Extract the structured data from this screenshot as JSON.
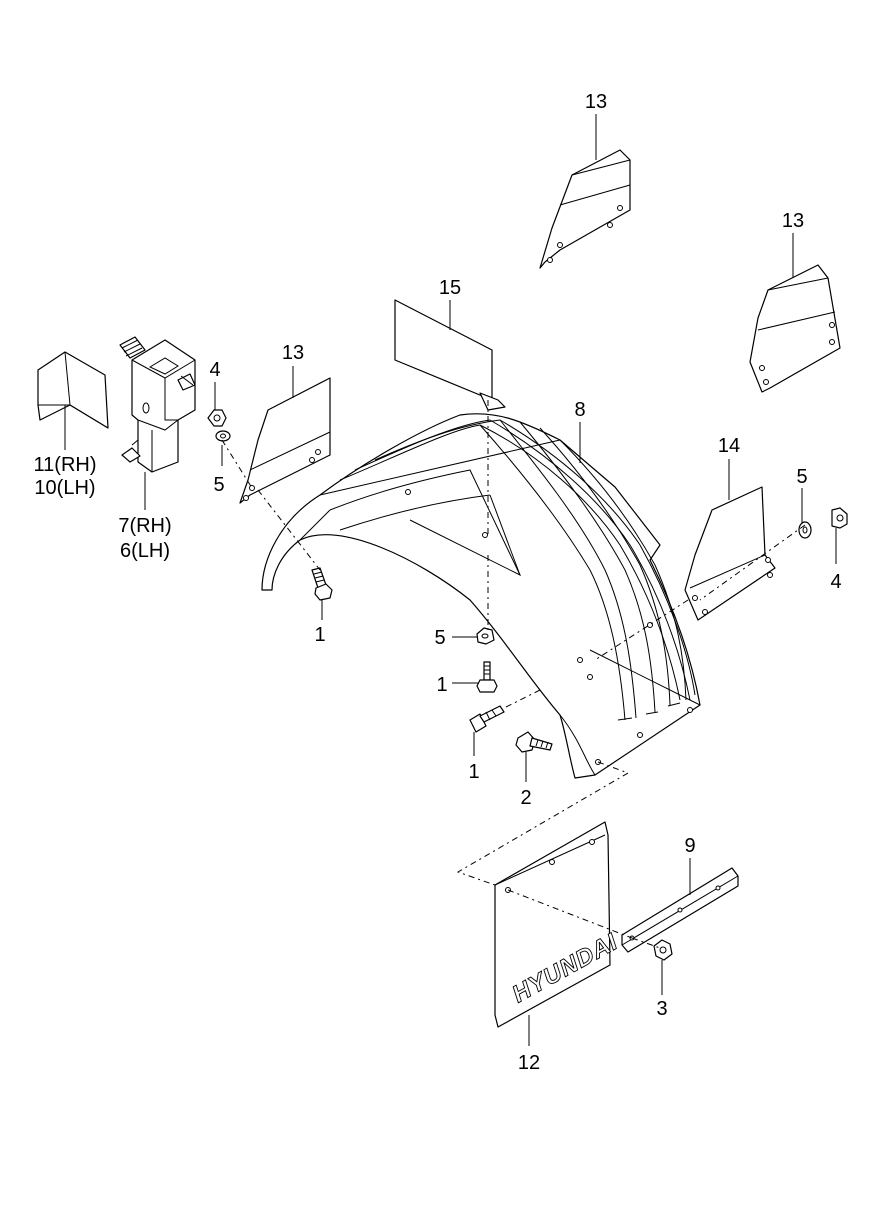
{
  "diagram": {
    "callouts": [
      {
        "id": "13a",
        "text": "13"
      },
      {
        "id": "13b",
        "text": "13"
      },
      {
        "id": "13c",
        "text": "13"
      },
      {
        "id": "15",
        "text": "15"
      },
      {
        "id": "8",
        "text": "8"
      },
      {
        "id": "14",
        "text": "14"
      },
      {
        "id": "4a",
        "text": "4"
      },
      {
        "id": "5a",
        "text": "5"
      },
      {
        "id": "5b",
        "text": "5"
      },
      {
        "id": "4b",
        "text": "4"
      },
      {
        "id": "11",
        "text": "11(RH)"
      },
      {
        "id": "10",
        "text": "10(LH)"
      },
      {
        "id": "7",
        "text": "7(RH)"
      },
      {
        "id": "6",
        "text": "6(LH)"
      },
      {
        "id": "1a",
        "text": "1"
      },
      {
        "id": "5c",
        "text": "5"
      },
      {
        "id": "1b",
        "text": "1"
      },
      {
        "id": "1c",
        "text": "1"
      },
      {
        "id": "2",
        "text": "2"
      },
      {
        "id": "9",
        "text": "9"
      },
      {
        "id": "3",
        "text": "3"
      },
      {
        "id": "12",
        "text": "12"
      }
    ],
    "mudflap_logo": "HYUNDAI"
  }
}
